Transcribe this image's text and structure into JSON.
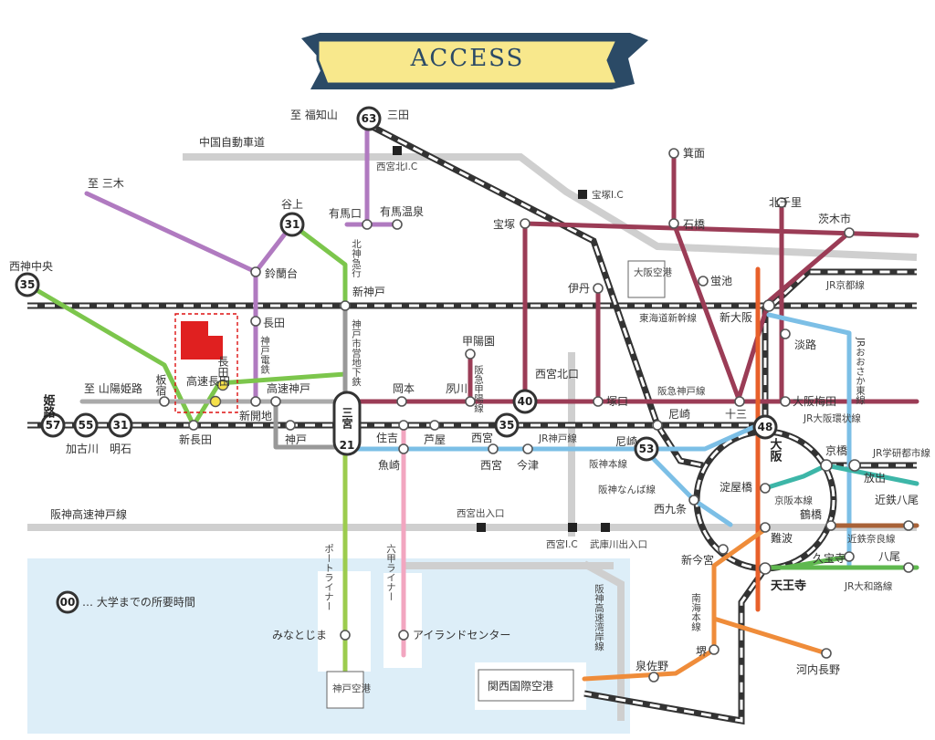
{
  "title": "ACCESS",
  "legend": {
    "badge": "00",
    "text": "… 大学までの所要時間"
  },
  "badges": {
    "b63": "63",
    "b31_tanigami": "31",
    "b35_seishin": "35",
    "b57": "57",
    "b55": "55",
    "b31_akashi": "31",
    "b40": "40",
    "b35_nishinomiya": "35",
    "b53": "53",
    "b48": "48",
    "sannomiya_time": "21"
  },
  "lines": {
    "chugoku_expy": "中国自動車道",
    "hanshin_kobe_expy": "阪神高速神戸線",
    "hanshin_wangan_expy": "阪神高速湾岸線",
    "tokaido_shinkansen": "東海道新幹線",
    "jr_kyoto": "JR京都線",
    "jr_kobe": "JR神戸線",
    "hankyu_kobe": "阪急神戸線",
    "hankyu_koyo": "阪急甲陽線",
    "hanshin_main": "阪神本線",
    "hanshin_namba": "阪神なんば線",
    "keihan_main": "京阪本線",
    "kintetsu_nara": "近鉄奈良線",
    "jr_yamatoji": "JR大和路線",
    "jr_gakken": "JR学研都市線",
    "jr_osaka_higashi": "JRおおさか東線",
    "jr_osaka_loop": "JR大阪環状線",
    "nankai_main": "南海本線",
    "hokushin": "北神急行",
    "kobe_dentetsu": "神戸電鉄",
    "kobe_subway": "神戸市営地下鉄",
    "port_liner": "ポートライナー",
    "rokko_liner": "六甲ライナー",
    "to_sanyo_himeji": "至 山陽姫路",
    "to_fukuchiyama": "至 福知山",
    "to_miki": "至 三木"
  },
  "ic": {
    "nishinomiya_kita": "西宮北I.C",
    "takarazuka": "宝塚I.C",
    "nishinomiya_deiriguchi": "西宮出入口",
    "nishinomiya": "西宮I.C",
    "mukogawa": "武庫川出入口"
  },
  "stations": {
    "sanda": "三田",
    "arimaguchi": "有馬口",
    "arima_onsen": "有馬温泉",
    "tanigami": "谷上",
    "suzurandai": "鈴蘭台",
    "shin_kobe": "新神戸",
    "nagata": "長田",
    "seishin_chuo": "西神中央",
    "himeji": "姫路",
    "kakogawa": "加古川",
    "akashi": "明石",
    "itayado": "板宿",
    "kosoku_nagata": "高速長田",
    "nagata_station": "長田",
    "shin_nagata": "新長田",
    "shinkaichi": "新開地",
    "kosoku_kobe": "高速神戸",
    "kobe": "神戸",
    "sannomiya": "三宮",
    "okamoto": "岡本",
    "shukugawa": "夙川",
    "koyoen": "甲陽園",
    "sumiyoshi": "住吉",
    "ashiya": "芦屋",
    "nishinomiya_jr": "西宮",
    "nishinomiya_hanshin": "西宮",
    "imazu": "今津",
    "uozaki": "魚崎",
    "nishinomiya_kitaguchi": "西宮北口",
    "takarazuka": "宝塚",
    "itami": "伊丹",
    "tsukaguchi": "塚口",
    "amagasaki_hankyu": "尼崎",
    "amagasaki": "尼崎",
    "juso": "十三",
    "minoo": "箕面",
    "ishibashi": "石橋",
    "hotarugaike": "蛍池",
    "osaka_airport": "大阪空港",
    "senri_chuo": "北千里",
    "ibaraki_shi": "茨木市",
    "shin_osaka": "新大阪",
    "awaji": "淡路",
    "osaka_umeda": "大阪梅田",
    "osaka": "大阪",
    "kyobashi": "京橋",
    "hanaten": "放出",
    "yodoyabashi": "淀屋橋",
    "tsuruhashi": "鶴橋",
    "nishikujo": "西九条",
    "namba": "難波",
    "shin_imamiya": "新今宮",
    "tennoji": "天王寺",
    "kuboji": "久宝寺",
    "yao": "八尾",
    "kintetsu_yao": "近鉄八尾",
    "sakai": "堺",
    "izumisano": "泉佐野",
    "kawachinagano": "河内長野",
    "kix": "関西国際空港",
    "minatojima": "みなとじま",
    "island_center": "アイランドセンター",
    "kobe_airport": "神戸空港"
  }
}
